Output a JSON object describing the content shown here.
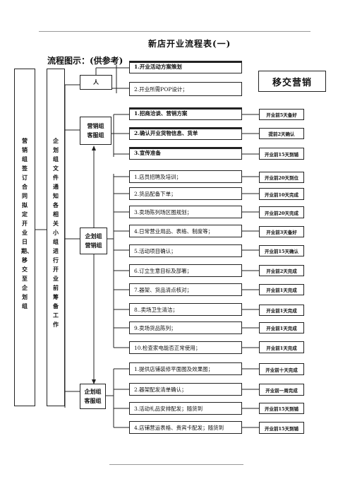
{
  "title": "新店开业流程表(一)",
  "subtitle": "流程图示：(供参考)",
  "left_col_1": "营销组签订合同拟定开业日期、移交至企划组",
  "left_col_2": "企划组文件通知各相关小组进行开业前筹备工作",
  "top_group": "人",
  "top_tasks": [
    {
      "label": "1.开业活动方案策划",
      "cut": true
    },
    {
      "label": "2.开业所需POP设计；",
      "cut": false
    }
  ],
  "handoff": "移交营销",
  "groups": [
    {
      "label": [
        "营销组",
        "客服组"
      ]
    },
    {
      "label": [
        "企划组",
        "营销组"
      ]
    },
    {
      "label": [
        "企划组",
        "客服组"
      ]
    }
  ],
  "tasks_a": [
    {
      "label": "1.招商洽谈、营销方案",
      "due": "开业前5天备好",
      "cut": true
    },
    {
      "label": "2.确认开业货物信息、货单",
      "due": "提前2天确认",
      "cut": true
    },
    {
      "label": "3.宣传准备",
      "due": "开业前15天到铺",
      "cut": true
    }
  ],
  "tasks_b": [
    {
      "label": "1.店员招聘及培训；",
      "due": "开业前20天到位"
    },
    {
      "label": "2.货品配备下单；",
      "due": "开业前10天完成"
    },
    {
      "label": "3.卖场陈列场区图规划；",
      "due": "开业前20天完成"
    },
    {
      "label": "4.日常营业用品、表格、制度等；",
      "due": "开业前3天备好"
    },
    {
      "label": "5.活动项目确认；",
      "due": "开业前15天确认"
    },
    {
      "label": "6.订立生意目标及部署；",
      "due": "开业前2天完成"
    },
    {
      "label": "7.器架、货品清点核对；",
      "due": "开业前1天完成"
    },
    {
      "label": "8..卖场卫生清洁；",
      "due": "开业前1天完成"
    },
    {
      "label": "9.卖场货品陈列；",
      "due": "开业前1天完成"
    },
    {
      "label": "10.检查家电能否正常使用；",
      "due": "开业前1天完成"
    }
  ],
  "tasks_c": [
    {
      "label": "1.提供店铺装修平面图及效果图；",
      "due": "开业前十天完成"
    },
    {
      "label": "2.器架配发清单确认；",
      "due": "开业前一周完成"
    },
    {
      "label": "3.活动礼品安排配发；随货到",
      "due": "开业前15天到铺"
    },
    {
      "label": "4.店铺营运表格、贵宾卡配发；随货到",
      "due": "开业前15天到铺"
    }
  ]
}
